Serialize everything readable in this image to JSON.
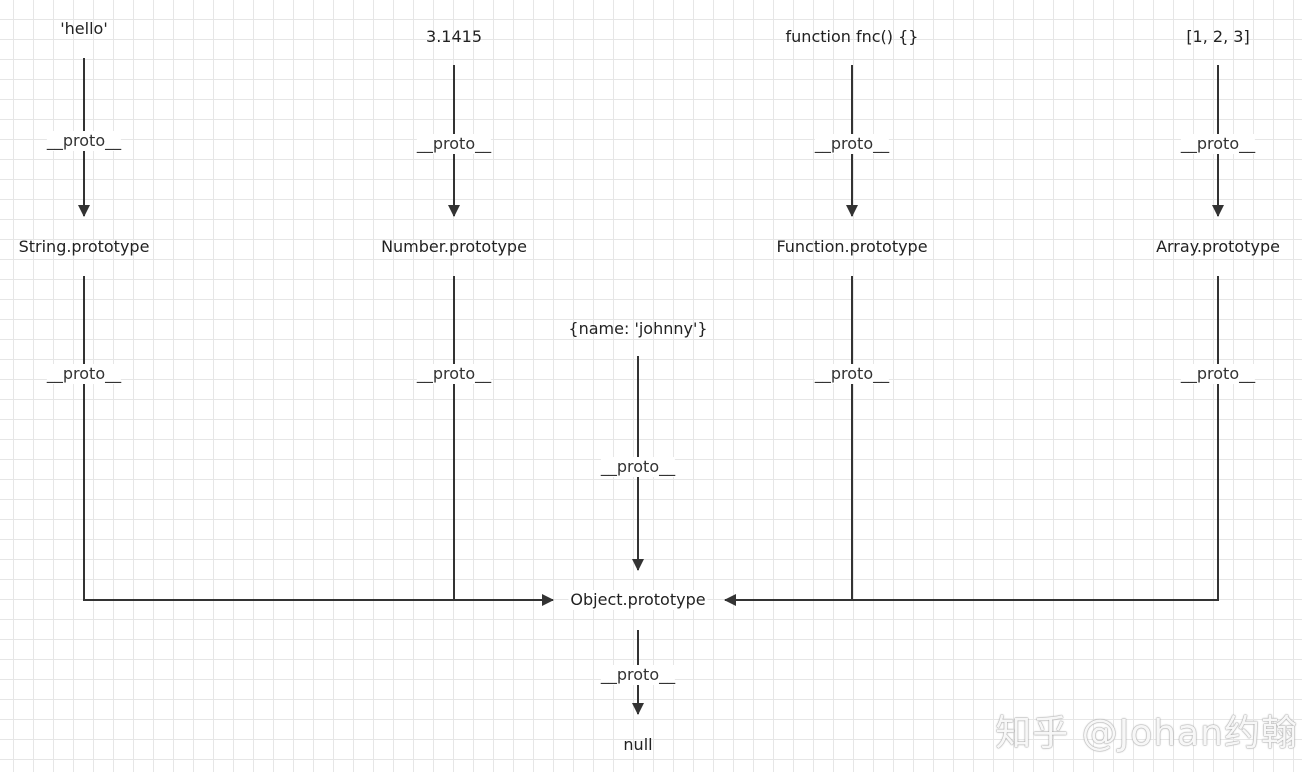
{
  "nodes": {
    "hello": "'hello'",
    "pi": "3.1415",
    "fnc": "function fnc() {}",
    "arr": "[1, 2, 3]",
    "string_proto": "String.prototype",
    "number_proto": "Number.prototype",
    "function_proto": "Function.prototype",
    "array_proto": "Array.prototype",
    "obj_literal": "{name: 'johnny'}",
    "object_proto": "Object.prototype",
    "null": "null"
  },
  "edge_label": "__proto__",
  "watermark": "知乎 @Johan约翰",
  "colors": {
    "line": "#333333",
    "grid": "#e6e6e6",
    "background": "#ffffff"
  }
}
